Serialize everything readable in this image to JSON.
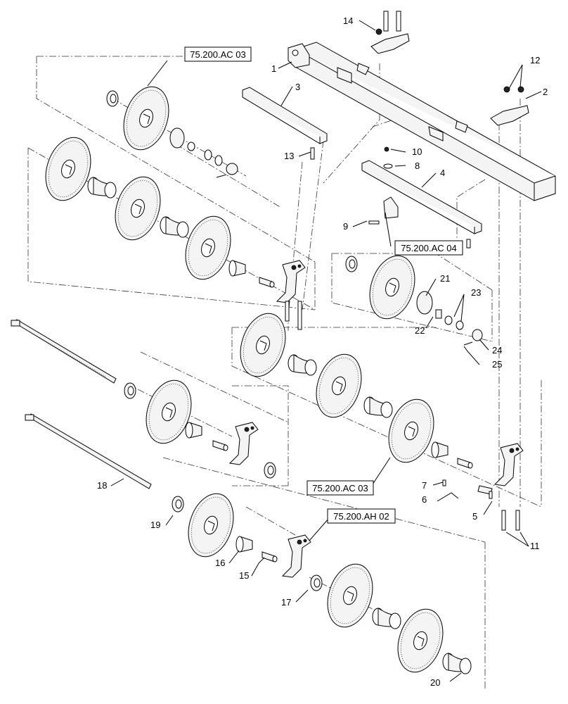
{
  "diagram": {
    "callouts": [
      {
        "id": "c1",
        "text": "1"
      },
      {
        "id": "c2",
        "text": "2"
      },
      {
        "id": "c3",
        "text": "3"
      },
      {
        "id": "c4",
        "text": "4"
      },
      {
        "id": "c5",
        "text": "5"
      },
      {
        "id": "c6",
        "text": "6"
      },
      {
        "id": "c7",
        "text": "7"
      },
      {
        "id": "c8",
        "text": "8"
      },
      {
        "id": "c9",
        "text": "9"
      },
      {
        "id": "c10",
        "text": "10"
      },
      {
        "id": "c11",
        "text": "11"
      },
      {
        "id": "c12",
        "text": "12"
      },
      {
        "id": "c13",
        "text": "13"
      },
      {
        "id": "c14",
        "text": "14"
      },
      {
        "id": "c15",
        "text": "15"
      },
      {
        "id": "c16",
        "text": "16"
      },
      {
        "id": "c17",
        "text": "17"
      },
      {
        "id": "c18",
        "text": "18"
      },
      {
        "id": "c19",
        "text": "19"
      },
      {
        "id": "c20",
        "text": "20"
      },
      {
        "id": "c21",
        "text": "21"
      },
      {
        "id": "c22",
        "text": "22"
      },
      {
        "id": "c23",
        "text": "23"
      },
      {
        "id": "c24",
        "text": "24"
      },
      {
        "id": "c25",
        "text": "25"
      }
    ],
    "references": [
      {
        "id": "r1",
        "text": "75.200.AC 03"
      },
      {
        "id": "r2",
        "text": "75.200.AC 04"
      },
      {
        "id": "r3",
        "text": "75.200.AC 03"
      },
      {
        "id": "r4",
        "text": "75.200.AH 02"
      }
    ]
  }
}
